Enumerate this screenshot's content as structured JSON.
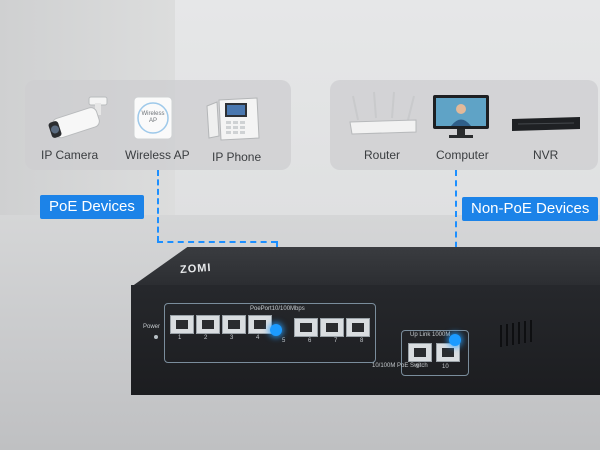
{
  "poe_panel": {
    "badge": "PoE Devices",
    "devices": [
      {
        "label": "IP Camera",
        "icon": "camera-icon"
      },
      {
        "label": "Wireless AP",
        "icon": "wireless-ap-icon",
        "icon_text": "Wireless AP"
      },
      {
        "label": "IP Phone",
        "icon": "phone-icon"
      }
    ]
  },
  "nonpoe_panel": {
    "badge": "Non-PoE Devices",
    "devices": [
      {
        "label": "Router",
        "icon": "router-icon"
      },
      {
        "label": "Computer",
        "icon": "computer-icon"
      },
      {
        "label": "NVR",
        "icon": "nvr-icon"
      }
    ]
  },
  "switch": {
    "brand": "ZOMI",
    "power_label": "Power",
    "poe_ports_label": "PoePort10/100Mbps",
    "uplink_label": "Up Link 1000M",
    "model_label": "10/100M PoE Switch",
    "port_numbers": [
      "1",
      "2",
      "3",
      "4",
      "5",
      "6",
      "7",
      "8"
    ],
    "uplink_numbers": [
      "9",
      "10"
    ]
  },
  "colors": {
    "accent": "#1c83e8",
    "line": "#1c8fff",
    "switch_body": "#2b2d31"
  }
}
